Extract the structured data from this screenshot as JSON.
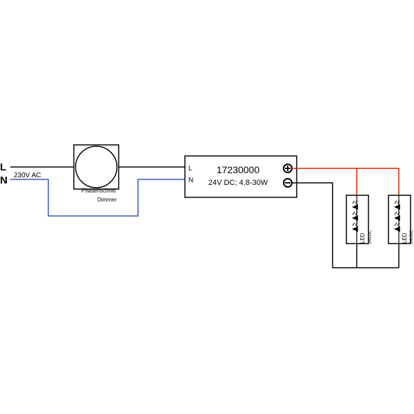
{
  "mains": {
    "line_letter": "L",
    "neutral_letter": "N",
    "voltage_label": "230V AC"
  },
  "dimmer": {
    "label_line1": "Phasenschnitt",
    "label_line2": "Dimmer"
  },
  "driver": {
    "model": "17230000",
    "spec": "24V DC; 4,8-30W",
    "input_l": "L",
    "input_n": "N",
    "plus_symbol": "⊕",
    "minus_symbol": "⊖"
  },
  "led_modules": [
    {
      "label": "LED",
      "voltage": "24VDC"
    },
    {
      "label": "LED",
      "voltage": "24VDC"
    }
  ],
  "colors": {
    "line_wire": "#000000",
    "neutral_wire": "#3355bb",
    "positive_wire": "#dd2200",
    "negative_wire": "#000000"
  }
}
